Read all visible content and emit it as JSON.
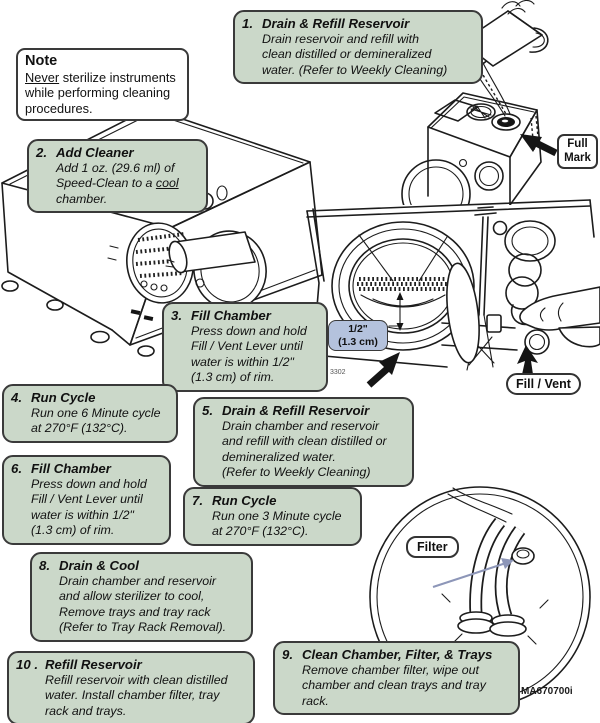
{
  "colors": {
    "callout_bg": "#cbd8c9",
    "callout_border": "#3a3a3a",
    "measure_bg": "#b4c2dd",
    "line_art": "#1c1c1c",
    "pointer_arrow": "#8d96b8"
  },
  "note": {
    "title": "Note",
    "body_underline": "Never",
    "body_rest": " sterilize instruments\nwhile performing cleaning\nprocedures."
  },
  "steps": [
    {
      "num": "1.",
      "title": "Drain & Refill Reservoir",
      "body": "Drain reservoir and refill with\nclean distilled or demineralized\nwater.  (Refer to Weekly Cleaning)"
    },
    {
      "num": "2.",
      "title": "Add Cleaner",
      "body_pre": "Add 1 oz. (29.6 ml) of\nSpeed-Clean to a ",
      "body_underline": "cool",
      "body_post": "\nchamber."
    },
    {
      "num": "3.",
      "title": "Fill Chamber",
      "body": "Press down and hold\nFill / Vent Lever until\nwater is within 1/2\"\n(1.3 cm) of rim."
    },
    {
      "num": "4.",
      "title": "Run Cycle",
      "body": "Run one 6 Minute cycle\nat 270°F (132°C)."
    },
    {
      "num": "5.",
      "title": "Drain & Refill Reservoir",
      "body": "Drain chamber and reservoir\nand refill with clean distilled or\ndemineralized water.\n(Refer to Weekly Cleaning)"
    },
    {
      "num": "6.",
      "title": "Fill Chamber",
      "body": "Press down and hold\nFill / Vent Lever until\nwater is within 1/2\"\n(1.3 cm) of rim."
    },
    {
      "num": "7.",
      "title": "Run Cycle",
      "body": "Run one 3 Minute cycle\nat 270°F (132°C)."
    },
    {
      "num": "8.",
      "title": "Drain & Cool",
      "body": "Drain chamber and reservoir\nand allow sterilizer to cool,\nRemove trays and tray rack\n(Refer to Tray Rack Removal)."
    },
    {
      "num": "9.",
      "title": "Clean Chamber, Filter, & Trays",
      "body": "Remove chamber filter, wipe out\nchamber and clean trays and tray\nrack."
    },
    {
      "num": "10 .",
      "title": "Refill Reservoir",
      "body": "Refill reservoir with clean distilled\nwater.  Install chamber filter, tray\nrack and trays."
    }
  ],
  "labels": {
    "full_mark_line1": "Full",
    "full_mark_line2": "Mark",
    "half_inch_line1": "1/2\"",
    "half_inch_line2": "(1.3 cm)",
    "fill_vent": "Fill / Vent",
    "filter": "Filter",
    "figure_code": "3302",
    "document_code": "MA670700i"
  }
}
